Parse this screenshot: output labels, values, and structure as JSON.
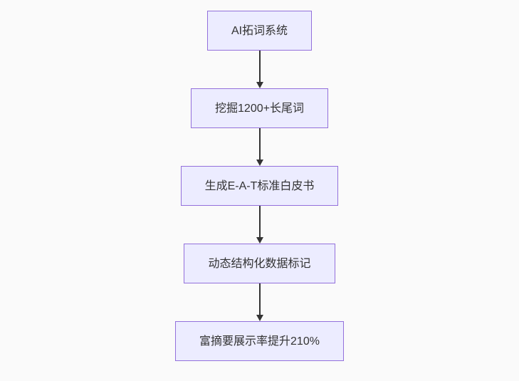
{
  "flowchart": {
    "direction": "top-down",
    "nodes": [
      {
        "id": "A",
        "label": "AI拓词系统"
      },
      {
        "id": "B",
        "label": "挖掘1200+长尾词"
      },
      {
        "id": "C",
        "label": "生成E-A-T标准白皮书"
      },
      {
        "id": "D",
        "label": "动态结构化数据标记"
      },
      {
        "id": "E",
        "label": "富摘要展示率提升210%"
      }
    ],
    "edges": [
      {
        "from": "A",
        "to": "B",
        "arrow": "down"
      },
      {
        "from": "B",
        "to": "C",
        "arrow": "down"
      },
      {
        "from": "C",
        "to": "D",
        "arrow": "down"
      },
      {
        "from": "D",
        "to": "E",
        "arrow": "down"
      }
    ],
    "colors": {
      "background": "#fafafa",
      "node_fill": "#ECECFF",
      "node_border": "#9370DB",
      "node_text": "#333333",
      "edge_stroke": "#333333"
    }
  }
}
